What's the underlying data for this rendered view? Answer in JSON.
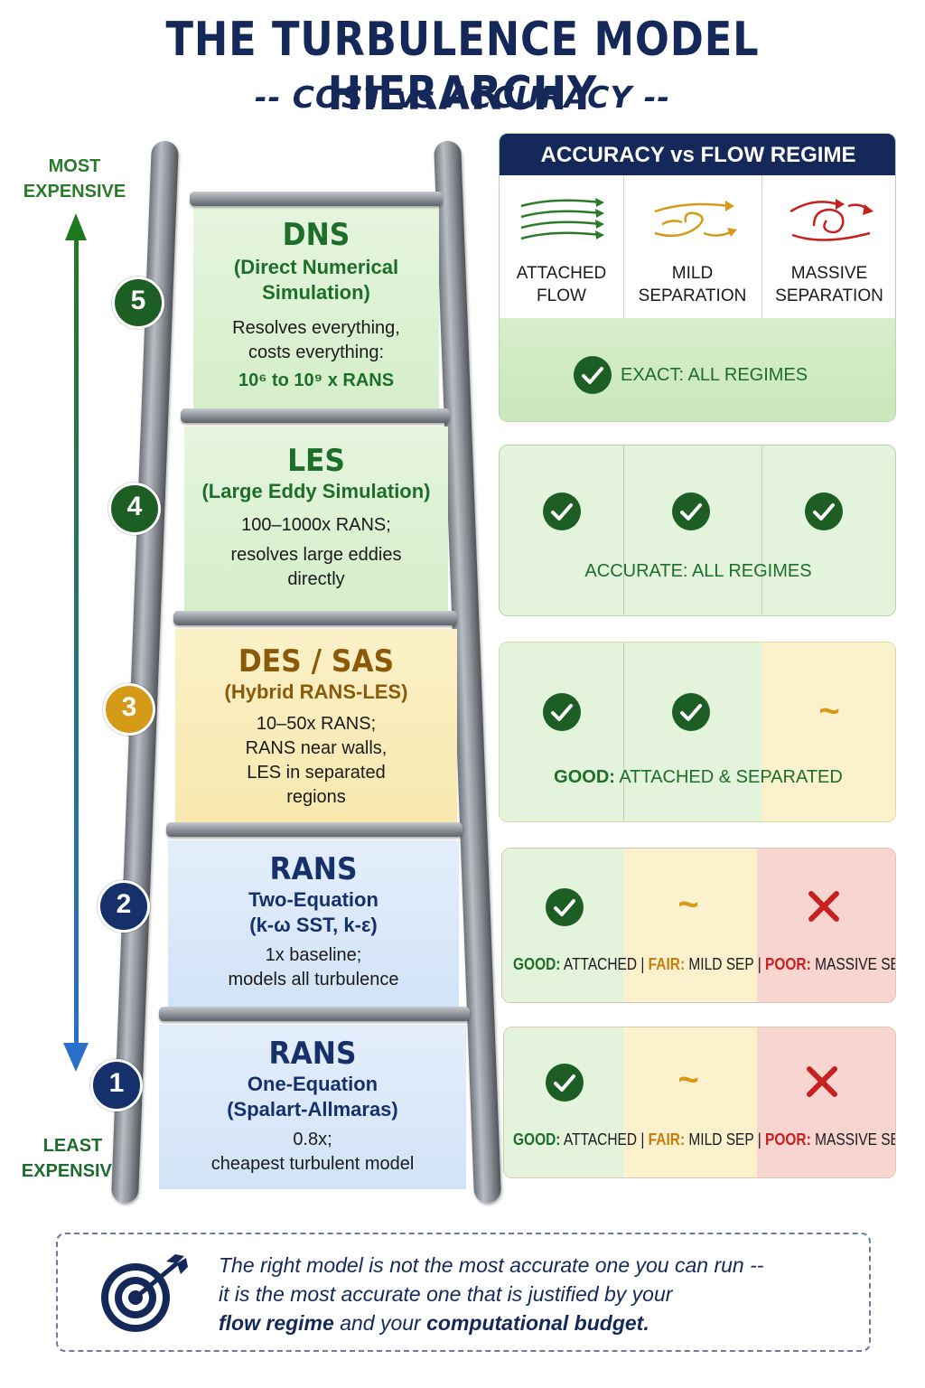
{
  "title": "THE TURBULENCE MODEL HIERARCHY",
  "subtitle": "-- COST vs ACCURACY --",
  "axis": {
    "most_label": "MOST EXPENSIVE",
    "least_label": "LEAST EXPENSIVE",
    "color_top": "#1f7a1f",
    "color_bottom": "#2a6fc9"
  },
  "levels": [
    {
      "number": "5",
      "title": "DNS",
      "subtitle": "(Direct Numerical Simulation)",
      "desc_1": "Resolves everything,",
      "desc_2": "costs everything:",
      "cost": "10⁶ to 10⁹ x RANS",
      "color": "#1d5e24"
    },
    {
      "number": "4",
      "title": "LES",
      "subtitle": "(Large Eddy Simulation)",
      "desc_1": "100–1000x RANS;",
      "desc_2": "resolves large eddies directly",
      "color": "#1d5e24"
    },
    {
      "number": "3",
      "title": "DES / SAS",
      "subtitle": "(Hybrid RANS-LES)",
      "desc_1": "10–50x RANS;",
      "desc_2": "RANS near walls,",
      "desc_3": "LES in separated regions",
      "color": "#d49a17"
    },
    {
      "number": "2",
      "title": "RANS",
      "subtitle_1": "Two-Equation",
      "subtitle_2": "(k-ω SST, k-ε)",
      "desc_1": "1x baseline;",
      "desc_2": "models all turbulence",
      "color": "#15306b"
    },
    {
      "number": "1",
      "title": "RANS",
      "subtitle_1": "One-Equation",
      "subtitle_2": "(Spalart-Allmaras)",
      "desc_1": "0.8x;",
      "desc_2": "cheapest turbulent model",
      "color": "#15306b"
    }
  ],
  "regime_table": {
    "header": "ACCURACY vs FLOW REGIME",
    "columns": [
      {
        "label_1": "ATTACHED",
        "label_2": "FLOW",
        "icon": "attached-flow-icon"
      },
      {
        "label_1": "MILD",
        "label_2": "SEPARATION",
        "icon": "mild-separation-icon"
      },
      {
        "label_1": "MASSIVE",
        "label_2": "SEPARATION",
        "icon": "massive-separation-icon"
      }
    ],
    "rows": [
      {
        "level": "5",
        "label": "EXACT: ALL REGIMES",
        "marks": [
          "check"
        ]
      },
      {
        "level": "4",
        "label": "ACCURATE: ALL REGIMES",
        "marks": [
          "check",
          "check",
          "check"
        ]
      },
      {
        "level": "3",
        "label_strong": "GOOD:",
        "label_rest": "ATTACHED & SEPARATED",
        "marks": [
          "check",
          "check",
          "~"
        ]
      },
      {
        "level": "2",
        "good": "GOOD:",
        "good_rest": "ATTACHED |",
        "fair": "FAIR:",
        "fair_rest": "MILD SEP |",
        "poor": "POOR:",
        "poor_rest": "MASSIVE SEP",
        "marks": [
          "check",
          "~",
          "x"
        ]
      },
      {
        "level": "1",
        "good": "GOOD:",
        "good_rest": "ATTACHED |",
        "fair": "FAIR:",
        "fair_rest": "MILD SEP |",
        "poor": "POOR:",
        "poor_rest": "MASSIVE SEP",
        "marks": [
          "check",
          "~",
          "x"
        ]
      }
    ]
  },
  "footer": {
    "line_1": "The right model is not the most accurate one you can run --",
    "line_2": "it is the most accurate one that is justified by your",
    "line_3a": "flow regime",
    "line_3b": " and your ",
    "line_3c": "computational budget.",
    "icon": "target-icon"
  },
  "colors": {
    "navy": "#14285a",
    "green": "#1d5e24",
    "gold": "#d49a17",
    "red": "#c62020"
  }
}
